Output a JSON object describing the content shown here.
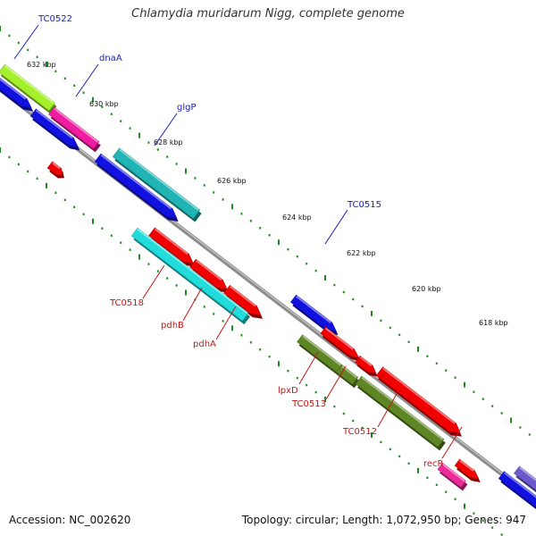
{
  "title": "Chlamydia muridarum Nigg, complete genome",
  "footer": {
    "accession": "Accession: NC_002620",
    "summary": "Topology: circular; Length: 1,072,950 bp; Genes: 947"
  },
  "scale_labels": [
    "632 kbp",
    "630 kbp",
    "628 kbp",
    "626 kbp",
    "624 kbp",
    "622 kbp",
    "620 kbp",
    "618 kbp"
  ],
  "gene_labels_top": [
    "TC0522",
    "dnaA",
    "glgP",
    "TC0515"
  ],
  "gene_labels_bottom": [
    "TC0518",
    "pdhB",
    "pdhA",
    "lpxD",
    "TC0513",
    "TC0512",
    "recR"
  ],
  "colors": {
    "backbone": "#8c8c8c",
    "top_label": "#1c1cb4",
    "bottom_label": "#c81414",
    "tick": "#208a20",
    "feature_blue": "#1212e0",
    "feature_red": "#f00000",
    "feature_cyan": "#22dcdc",
    "feature_teal": "#20b4b4",
    "feature_lime": "#a4f02c",
    "feature_magenta": "#f01ca0",
    "feature_olive": "#5e8624",
    "feature_pink": "#ee2a9a",
    "feature_violet": "#6a5acd"
  }
}
